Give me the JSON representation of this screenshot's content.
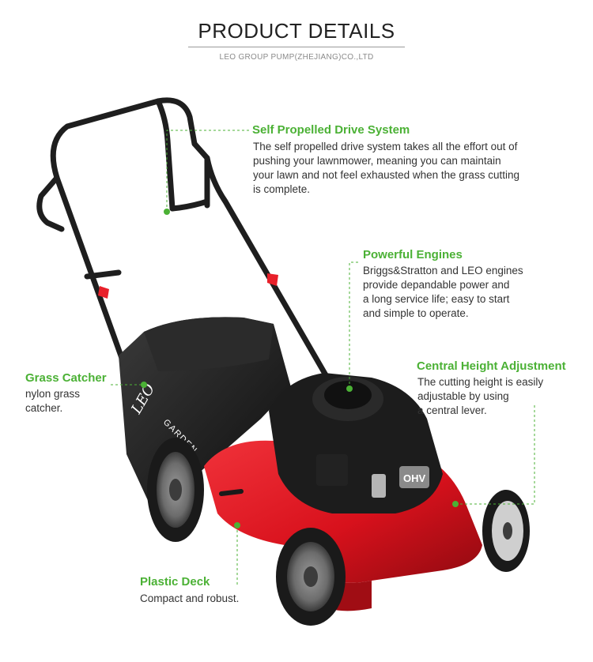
{
  "header": {
    "title": "PRODUCT DETAILS",
    "subtitle": "LEO GROUP PUMP(ZHEJIANG)CO.,LTD"
  },
  "product": {
    "brand_logo": "LEO",
    "brand_label": "GARDEN",
    "engine_mark": "OHV"
  },
  "features": {
    "self_propelled": {
      "title": "Self Propelled Drive System",
      "lines": [
        "The self propelled drive system takes all the effort out of",
        "pushing your lawnmower, meaning you can maintain",
        "your lawn and not feel exhausted when the grass cutting",
        "is complete."
      ]
    },
    "engines": {
      "title": "Powerful Engines",
      "lines": [
        "Briggs&Stratton and LEO engines",
        "provide depandable power and",
        "a long service life; easy to start",
        "and simple to operate."
      ]
    },
    "grass_catcher": {
      "title": "Grass Catcher",
      "lines": [
        "nylon grass",
        "catcher."
      ]
    },
    "height_adjustment": {
      "title": "Central Height Adjustment",
      "lines": [
        "The cutting height is easily",
        "adjustable by using",
        "a central lever."
      ]
    },
    "plastic_deck": {
      "title": "Plastic Deck",
      "lines": [
        "Compact and robust."
      ]
    }
  },
  "colors": {
    "accent_green": "#4bb135",
    "deck_red": "#d8111c",
    "body_black": "#1c1c1c"
  }
}
